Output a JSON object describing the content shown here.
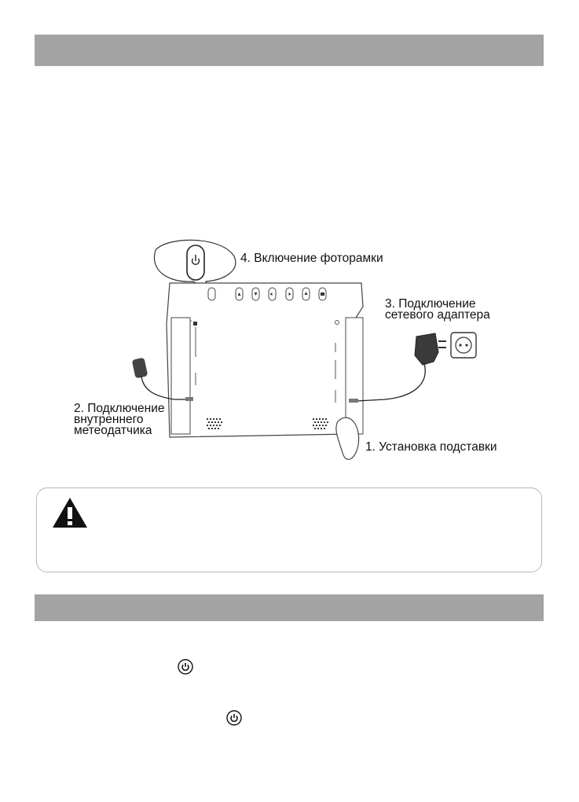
{
  "diagram": {
    "label_power_on": "4. Включение фоторамки",
    "label_adapter_line1": "3. Подключение",
    "label_adapter_line2": "сетевого адаптера",
    "label_sensor_line1": "2. Подключение",
    "label_sensor_line2": "внутреннего",
    "label_sensor_line3": "метеодатчика",
    "label_stand": "1. Установка подставки"
  },
  "icons": {
    "warning": "warning-triangle-icon",
    "power": "power-icon",
    "socket": "wall-socket-icon"
  }
}
